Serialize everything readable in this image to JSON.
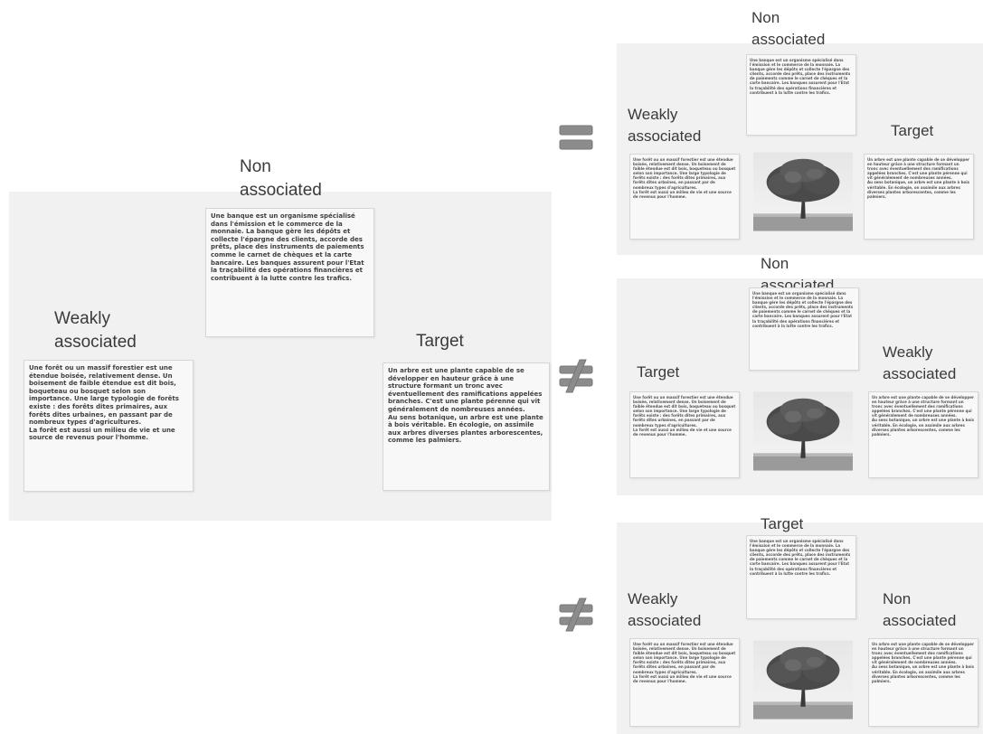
{
  "colors": {
    "panel": "#f1f1f1",
    "box": "#f8f8f8",
    "symbol": "#8c8c8c",
    "text": "#3f3f3f"
  },
  "labels": {
    "non_associated": "Non\nassociated",
    "weakly_associated": "Weakly\nassociated",
    "target": "Target"
  },
  "texts": {
    "bank": "Une banque est un organisme spécialisé dans l'émission et le commerce de la monnaie. La banque gère les dépôts et collecte l'épargne des clients, accorde des prêts, place des instruments de paiements comme le carnet de chèques et la carte bancaire. Les banques assurent pour l'Etat la traçabilité des opérations financières et contribuent à la lutte contre les trafics.",
    "forest": "Une forêt ou un massif forestier est une étendue boisée, relativement dense. Un boisement de faible étendue est dit bois, boqueteau ou bosquet selon son importance. Une large typologie de forêts existe : des forêts dites primaires, aux forêts dites urbaines, en passant par de nombreux types d'agricultures.\nLa forêt est aussi un milieu de vie et une source de revenus pour l'homme.",
    "tree": "Un arbre est une plante capable de se développer en hauteur grâce à une structure formant un tronc avec éventuellement des ramifications appelées branches. C'est une plante pérenne qui vit généralement de nombreuses années.\nAu sens botanique, un arbre est une plante à bois véritable. En écologie, on assimile aux arbres diverses plantes arborescentes, comme les palmiers."
  },
  "icons": {
    "equal": "equal-sign-icon",
    "not_equal": "not-equal-sign-icon",
    "tree": "tree-photo"
  }
}
